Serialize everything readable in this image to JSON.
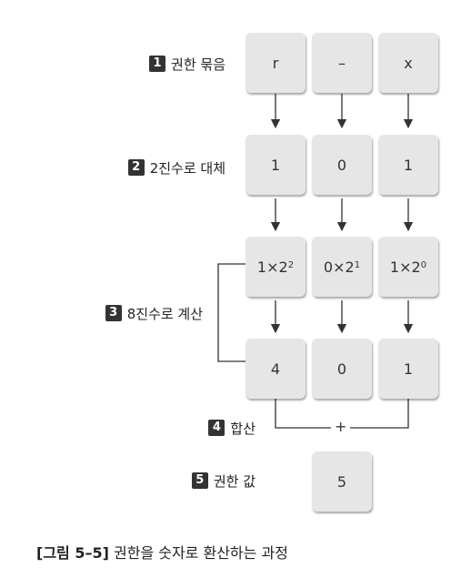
{
  "steps": [
    {
      "n": "1",
      "label": "권한 묶음"
    },
    {
      "n": "2",
      "label": "2진수로 대체"
    },
    {
      "n": "3",
      "label": "8진수로 계산"
    },
    {
      "n": "4",
      "label": "합산"
    },
    {
      "n": "5",
      "label": "권한 값"
    }
  ],
  "rows": {
    "permissions": [
      "r",
      "–",
      "x"
    ],
    "binary": [
      "1",
      "0",
      "1"
    ],
    "octal_calc": [
      {
        "coef": "1",
        "base": "2",
        "exp": "2"
      },
      {
        "coef": "0",
        "base": "2",
        "exp": "1"
      },
      {
        "coef": "1",
        "base": "2",
        "exp": "0"
      }
    ],
    "values": [
      "4",
      "0",
      "1"
    ]
  },
  "sum_operator": "+",
  "result": "5",
  "caption": {
    "figure": "[그림 5–5]",
    "text": "권한을 숫자로 환산하는 과정"
  }
}
